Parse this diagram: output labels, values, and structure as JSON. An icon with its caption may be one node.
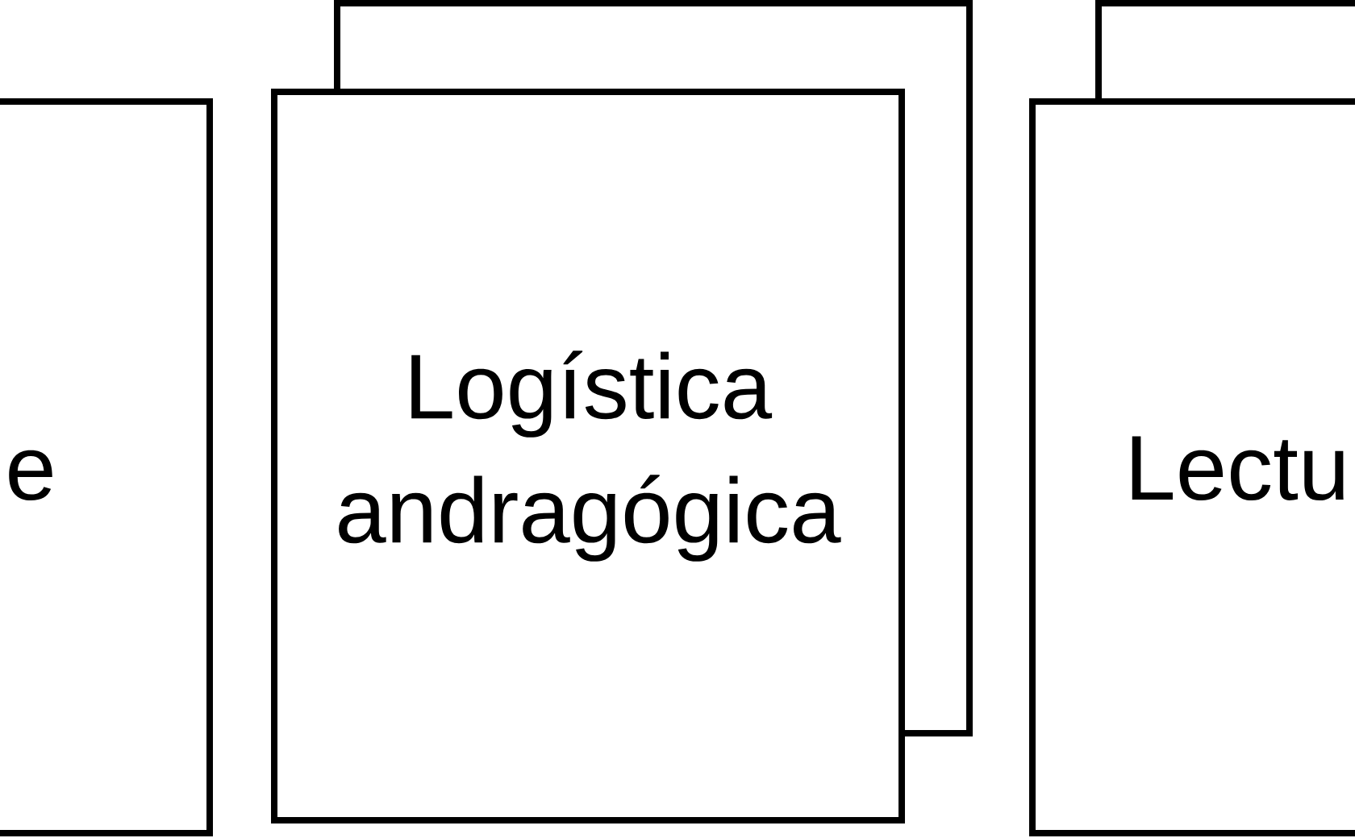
{
  "diagram": {
    "nodes": [
      {
        "text": [
          "e"
        ]
      },
      {
        "text": [],
        "shape": "box"
      },
      {
        "text": [
          "Logística andragógica"
        ]
      },
      {
        "text": [],
        "shape": "box"
      },
      {
        "text": [
          "Lectu"
        ]
      }
    ]
  }
}
